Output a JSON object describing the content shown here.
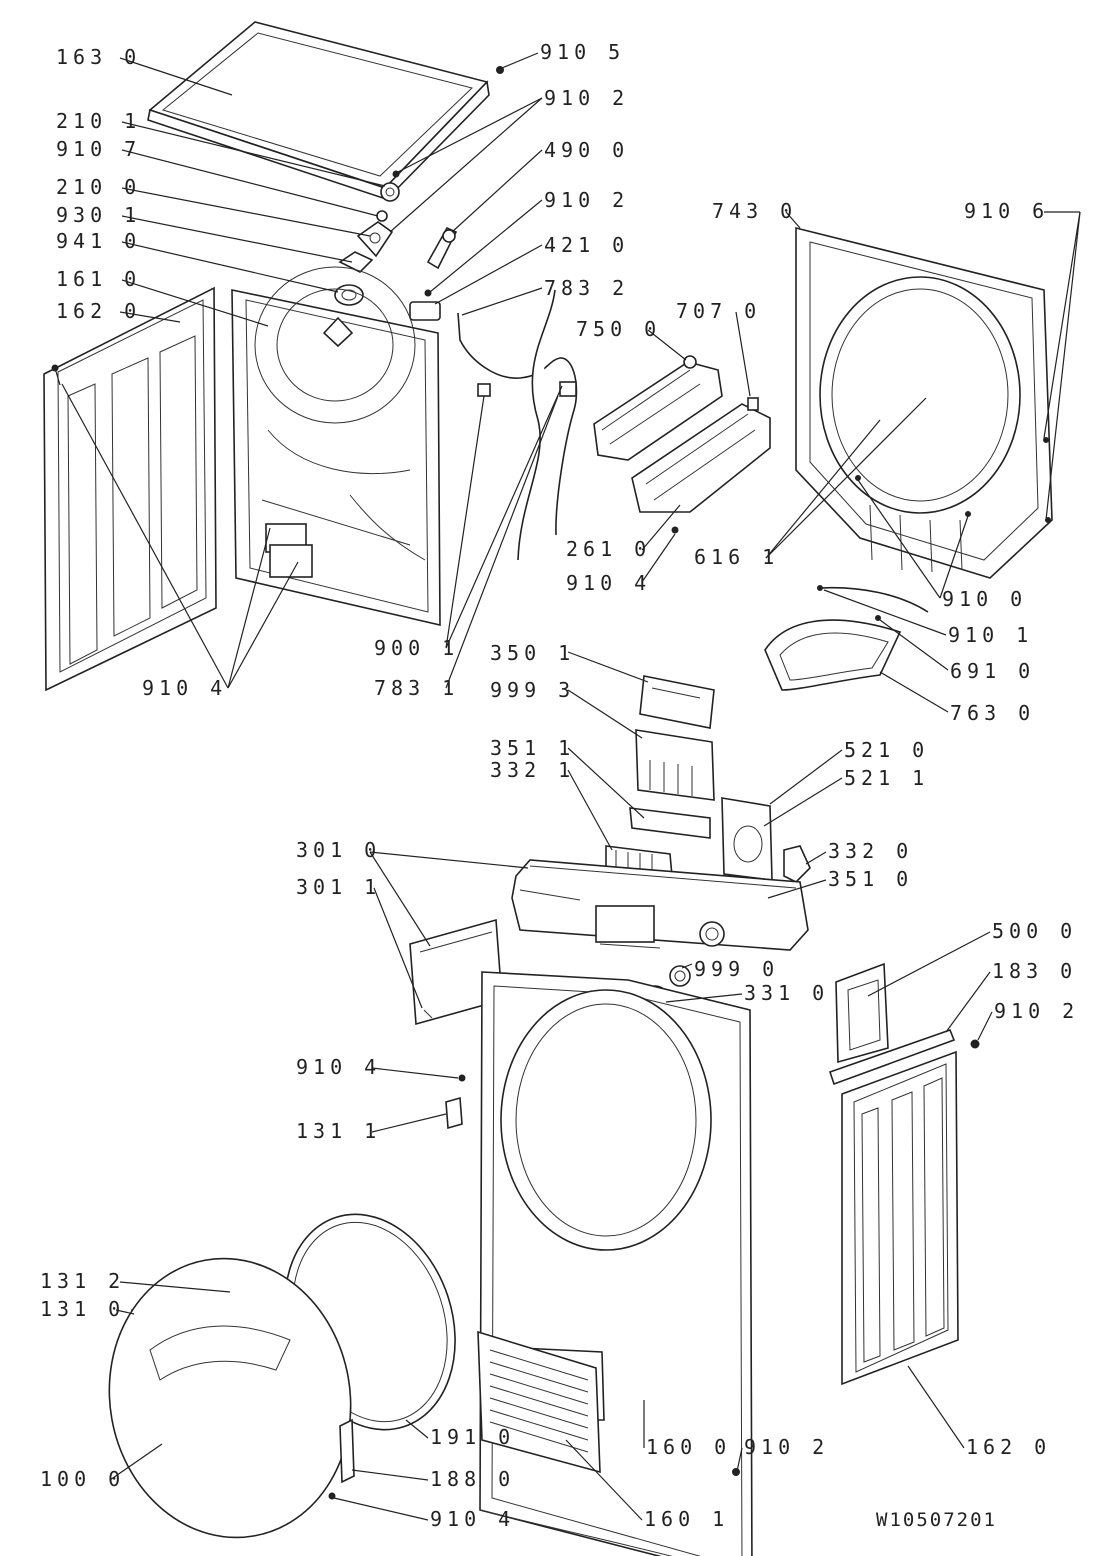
{
  "document_code": "W10507201",
  "labels": {
    "l1630": "163 0",
    "l9105": "910 5",
    "l9102a": "910 2",
    "l2101": "210 1",
    "l9107": "910 7",
    "l4900": "490 0",
    "l2100": "210 0",
    "l9102b": "910 2",
    "l9301": "930 1",
    "l4210": "421 0",
    "l9410": "941 0",
    "l7832": "783 2",
    "l1610": "161 0",
    "l1620a": "162 0",
    "l7430": "743 0",
    "l9106": "910 6",
    "l7070": "707 0",
    "l7500": "750 0",
    "l2610": "261 0",
    "l6161": "616 1",
    "l9104a": "910 4",
    "l9100": "910 0",
    "l9101": "910 1",
    "l6910": "691 0",
    "l9001": "900 1",
    "l7831": "783 1",
    "l9104b": "910 4",
    "l7630": "763 0",
    "l3501": "350 1",
    "l9993": "999 3",
    "l3511": "351 1",
    "l5210": "521 0",
    "l5211": "521 1",
    "l3321": "332 1",
    "l3320": "332 0",
    "l3010": "301 0",
    "l3510": "351 0",
    "l3011": "301 1",
    "l5000": "500 0",
    "l9990": "999 0",
    "l1830": "183 0",
    "l3310": "331 0",
    "l9102c": "910 2",
    "l9104c": "910 4",
    "l1311": "131 1",
    "l1312": "131 2",
    "l1310": "131 0",
    "l1910": "191 0",
    "l1600": "160 0",
    "l9102d": "910 2",
    "l1620b": "162 0",
    "l1880": "188 0",
    "l1000": "100 0",
    "l9104d": "910 4",
    "l1601": "160 1"
  }
}
